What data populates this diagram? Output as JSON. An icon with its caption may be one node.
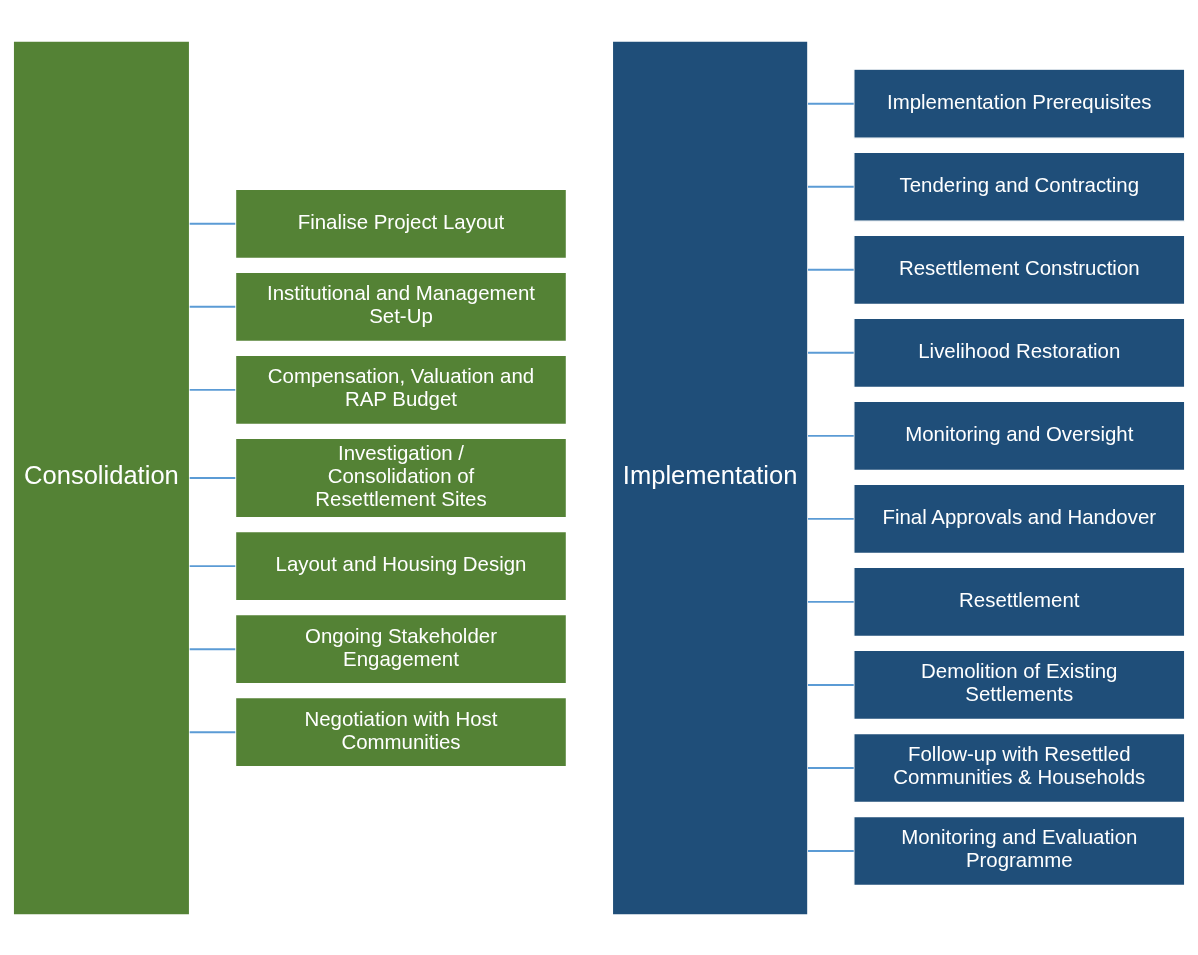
{
  "diagram": {
    "nodes": [
      {
        "text": [
          "Consolidation"
        ]
      },
      {
        "text": [
          "Finalise Project Layout"
        ]
      },
      {
        "text": [
          "Institutional and Management Set-Up"
        ]
      },
      {
        "text": [
          "Compensation, Valuation and RAP Budget"
        ]
      },
      {
        "text": [
          "Investigation / Consolidation of Resettlement Sites"
        ]
      },
      {
        "text": [
          "Layout and Housing Design"
        ]
      },
      {
        "text": [
          "Ongoing Stakeholder Engagement"
        ]
      },
      {
        "text": [
          "Negotiation with Host Communities"
        ]
      },
      {
        "text": [
          "Implementation"
        ]
      },
      {
        "text": [
          "Implementation Prerequisites"
        ]
      },
      {
        "text": [
          "Tendering and Contracting"
        ]
      },
      {
        "text": [
          "Resettlement Construction"
        ]
      },
      {
        "text": [
          "Livelihood Restoration"
        ]
      },
      {
        "text": [
          "Monitoring and Oversight"
        ]
      },
      {
        "text": [
          "Final Approvals and Handover"
        ]
      },
      {
        "text": [
          "Resettlement"
        ]
      },
      {
        "text": [
          "Demolition of Existing Settlements"
        ]
      },
      {
        "text": [
          "Follow-up with Resettled Communities & Households"
        ]
      },
      {
        "text": [
          "Monitoring and Evaluation Programme"
        ]
      }
    ],
    "edges": [
      {
        "from": 0,
        "to": 1,
        "arrow": "none"
      },
      {
        "from": 0,
        "to": 2,
        "arrow": "none"
      },
      {
        "from": 0,
        "to": 3,
        "arrow": "none"
      },
      {
        "from": 0,
        "to": 4,
        "arrow": "none"
      },
      {
        "from": 0,
        "to": 5,
        "arrow": "none"
      },
      {
        "from": 0,
        "to": 6,
        "arrow": "none"
      },
      {
        "from": 0,
        "to": 7,
        "arrow": "none"
      },
      {
        "from": 8,
        "to": 9,
        "arrow": "none"
      },
      {
        "from": 8,
        "to": 10,
        "arrow": "none"
      },
      {
        "from": 8,
        "to": 11,
        "arrow": "none"
      },
      {
        "from": 8,
        "to": 12,
        "arrow": "none"
      },
      {
        "from": 8,
        "to": 13,
        "arrow": "none"
      },
      {
        "from": 8,
        "to": 14,
        "arrow": "none"
      },
      {
        "from": 8,
        "to": 15,
        "arrow": "none"
      },
      {
        "from": 8,
        "to": 16,
        "arrow": "none"
      },
      {
        "from": 8,
        "to": 17,
        "arrow": "none"
      },
      {
        "from": 8,
        "to": 18,
        "arrow": "none"
      }
    ]
  }
}
